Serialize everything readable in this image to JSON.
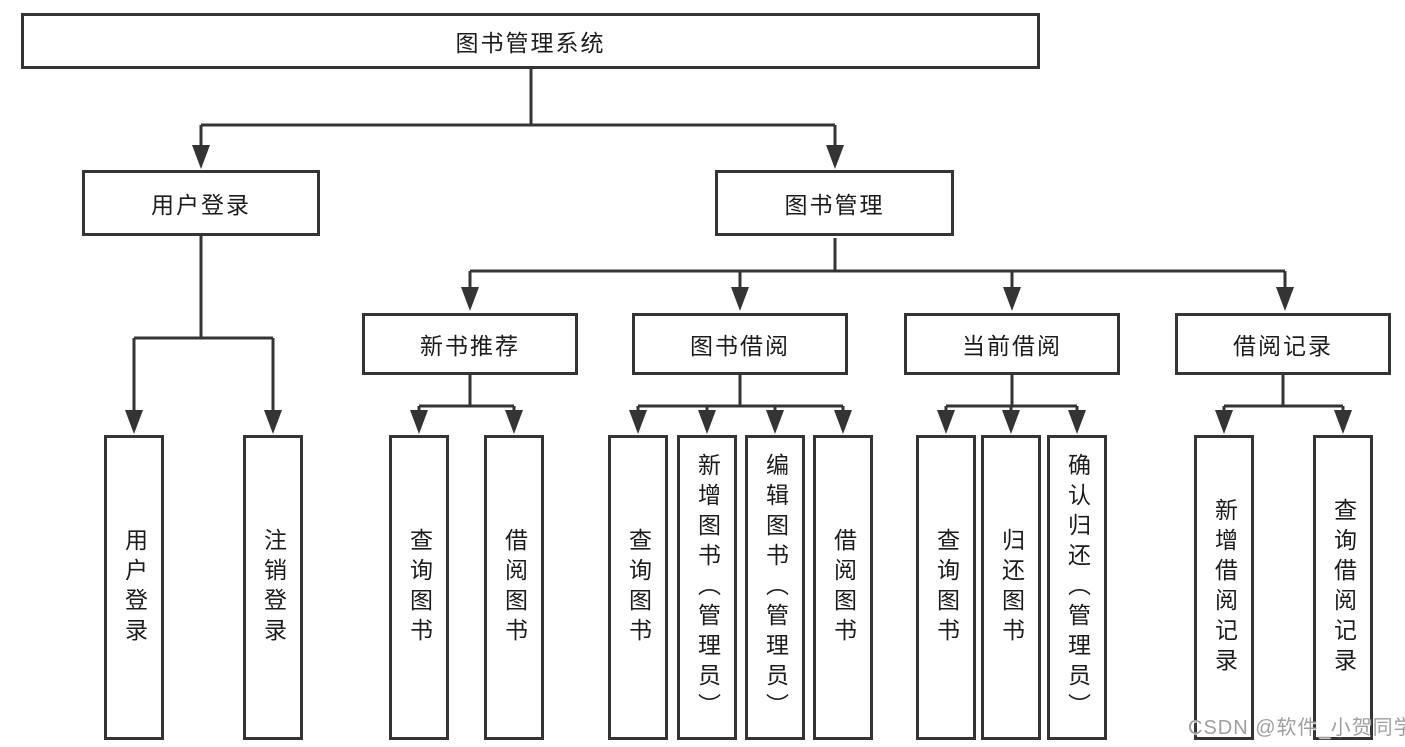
{
  "diagram": {
    "root": {
      "label": "图书管理系统"
    },
    "login_branch": {
      "label": "用户登录",
      "children": [
        {
          "label": "用户登录"
        },
        {
          "label": "注销登录"
        }
      ]
    },
    "mgmt_branch": {
      "label": "图书管理",
      "groups": [
        {
          "label": "新书推荐",
          "children": [
            {
              "label": "查询图书"
            },
            {
              "label": "借阅图书"
            }
          ]
        },
        {
          "label": "图书借阅",
          "children": [
            {
              "label": "查询图书"
            },
            {
              "label": "新增图书（管理员）"
            },
            {
              "label": "编辑图书（管理员）"
            },
            {
              "label": "借阅图书"
            }
          ]
        },
        {
          "label": "当前借阅",
          "children": [
            {
              "label": "查询图书"
            },
            {
              "label": "归还图书"
            },
            {
              "label": "确认归还（管理员）"
            }
          ]
        },
        {
          "label": "借阅记录",
          "children": [
            {
              "label": "新增借阅记录"
            },
            {
              "label": "查询借阅记录"
            }
          ]
        }
      ]
    }
  },
  "watermark": "CSDN @软件_小贺同学",
  "colors": {
    "line": "#343434",
    "text": "#1c1c1c",
    "watermark": "#9f9f9f",
    "background": "#ffffff"
  }
}
